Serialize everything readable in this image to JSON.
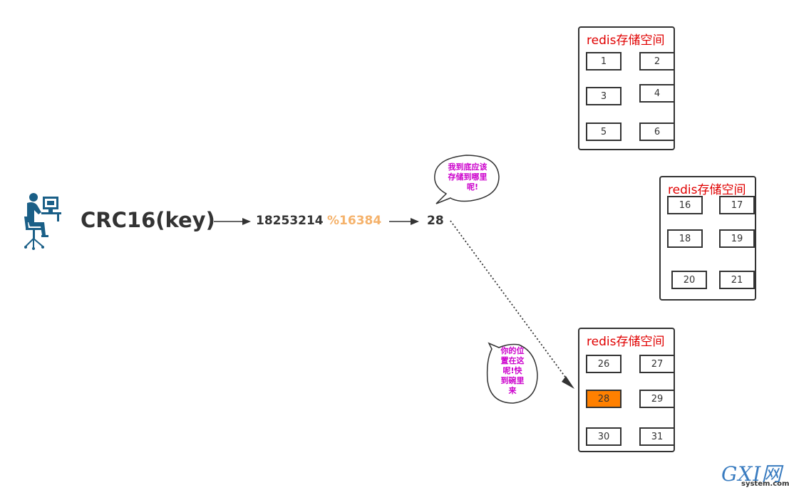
{
  "formula": {
    "function_label": "CRC16(key)",
    "hash_value": "18253214",
    "modulo_label": "%16384",
    "slot_result": "28"
  },
  "bubbles": {
    "question": [
      "我到底应该",
      "存储到哪里",
      "呢!"
    ],
    "answer": [
      "你的位",
      "置在这",
      "呢!快",
      "到碗里",
      "来"
    ]
  },
  "panels": [
    {
      "title": "redis存储空间",
      "slots": [
        "1",
        "2",
        "3",
        "4",
        "5",
        "6"
      ]
    },
    {
      "title": "redis存储空间",
      "slots": [
        "16",
        "17",
        "18",
        "19",
        "20",
        "21"
      ]
    },
    {
      "title": "redis存储空间",
      "slots": [
        "26",
        "27",
        "28",
        "29",
        "30",
        "31"
      ],
      "active_slot": "28"
    }
  ],
  "colors": {
    "active_slot": "#ff8000",
    "panel_title": "#e00000",
    "modulo": "#f5b26b",
    "bubble_text": "#cc00cc",
    "user_icon": "#1a5f87"
  },
  "watermark": {
    "brand": "GXI网",
    "site": "system.com"
  }
}
